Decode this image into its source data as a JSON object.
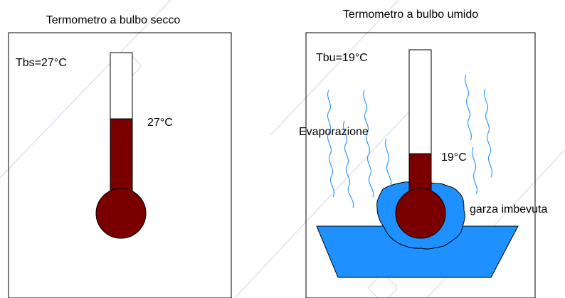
{
  "left_panel": {
    "title": "Termometro a bulbo secco",
    "reading_label": "Tbs=27°C",
    "temperature_label": "27°C"
  },
  "right_panel": {
    "title": "Termometro a bulbo umido",
    "reading_label": "Tbu=19°C",
    "temperature_label": "19°C",
    "evaporation_label": "Evaporazione",
    "gauze_label": "garza imbevuta"
  },
  "colors": {
    "mercury": "#7a0000",
    "water": "#1e90ff",
    "vapor_lines": "#3399ff",
    "watermark": "#dde3f2"
  }
}
